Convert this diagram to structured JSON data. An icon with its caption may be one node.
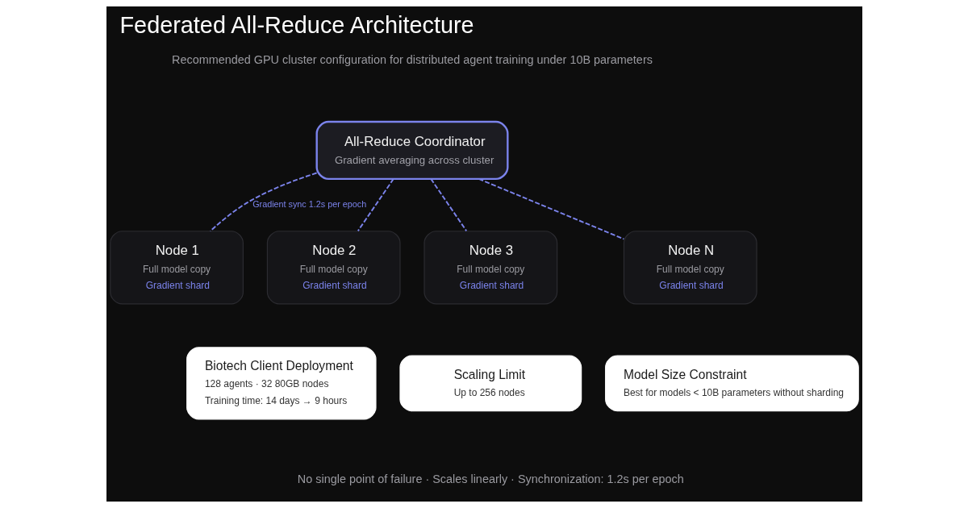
{
  "diagram": {
    "title": "Federated All-Reduce Architecture",
    "nodes": [
      {
        "text": [
          "All-Reduce Coordinator",
          "Gradient averaging across cluster"
        ]
      },
      {
        "text": [
          "Node 1",
          "Full model copy",
          "Gradient shard"
        ]
      },
      {
        "text": [
          "Node 2",
          "Full model copy",
          "Gradient shard"
        ]
      },
      {
        "text": [
          "Node 3",
          "Full model copy",
          "Gradient shard"
        ]
      },
      {
        "text": [
          "Node N",
          "Full model copy",
          "Gradient shard"
        ]
      },
      {
        "text": [
          "Biotech Client Deployment",
          "128 agents · 32 80GB nodes",
          "Training time: 14 days → 9 hours"
        ]
      },
      {
        "text": [
          "Scaling Limit",
          "Up to 256 nodes"
        ]
      },
      {
        "text": [
          "Model Size Constraint",
          "Best for models < 10B parameters without sharding"
        ]
      }
    ],
    "edges": [
      {
        "from": 0,
        "to": 1,
        "arrow": "none",
        "style": "dashed",
        "label": "Gradient sync 1.2s per epoch"
      },
      {
        "from": 0,
        "to": 2,
        "arrow": "none",
        "style": "dashed"
      },
      {
        "from": 0,
        "to": 3,
        "arrow": "none",
        "style": "dashed"
      },
      {
        "from": 0,
        "to": 4,
        "arrow": "none",
        "style": "dashed"
      }
    ],
    "labels": [
      "Recommended GPU cluster configuration for distributed agent training under 10B parameters",
      "No single point of failure · Scales linearly · Synchronization: 1.2s per epoch"
    ]
  }
}
